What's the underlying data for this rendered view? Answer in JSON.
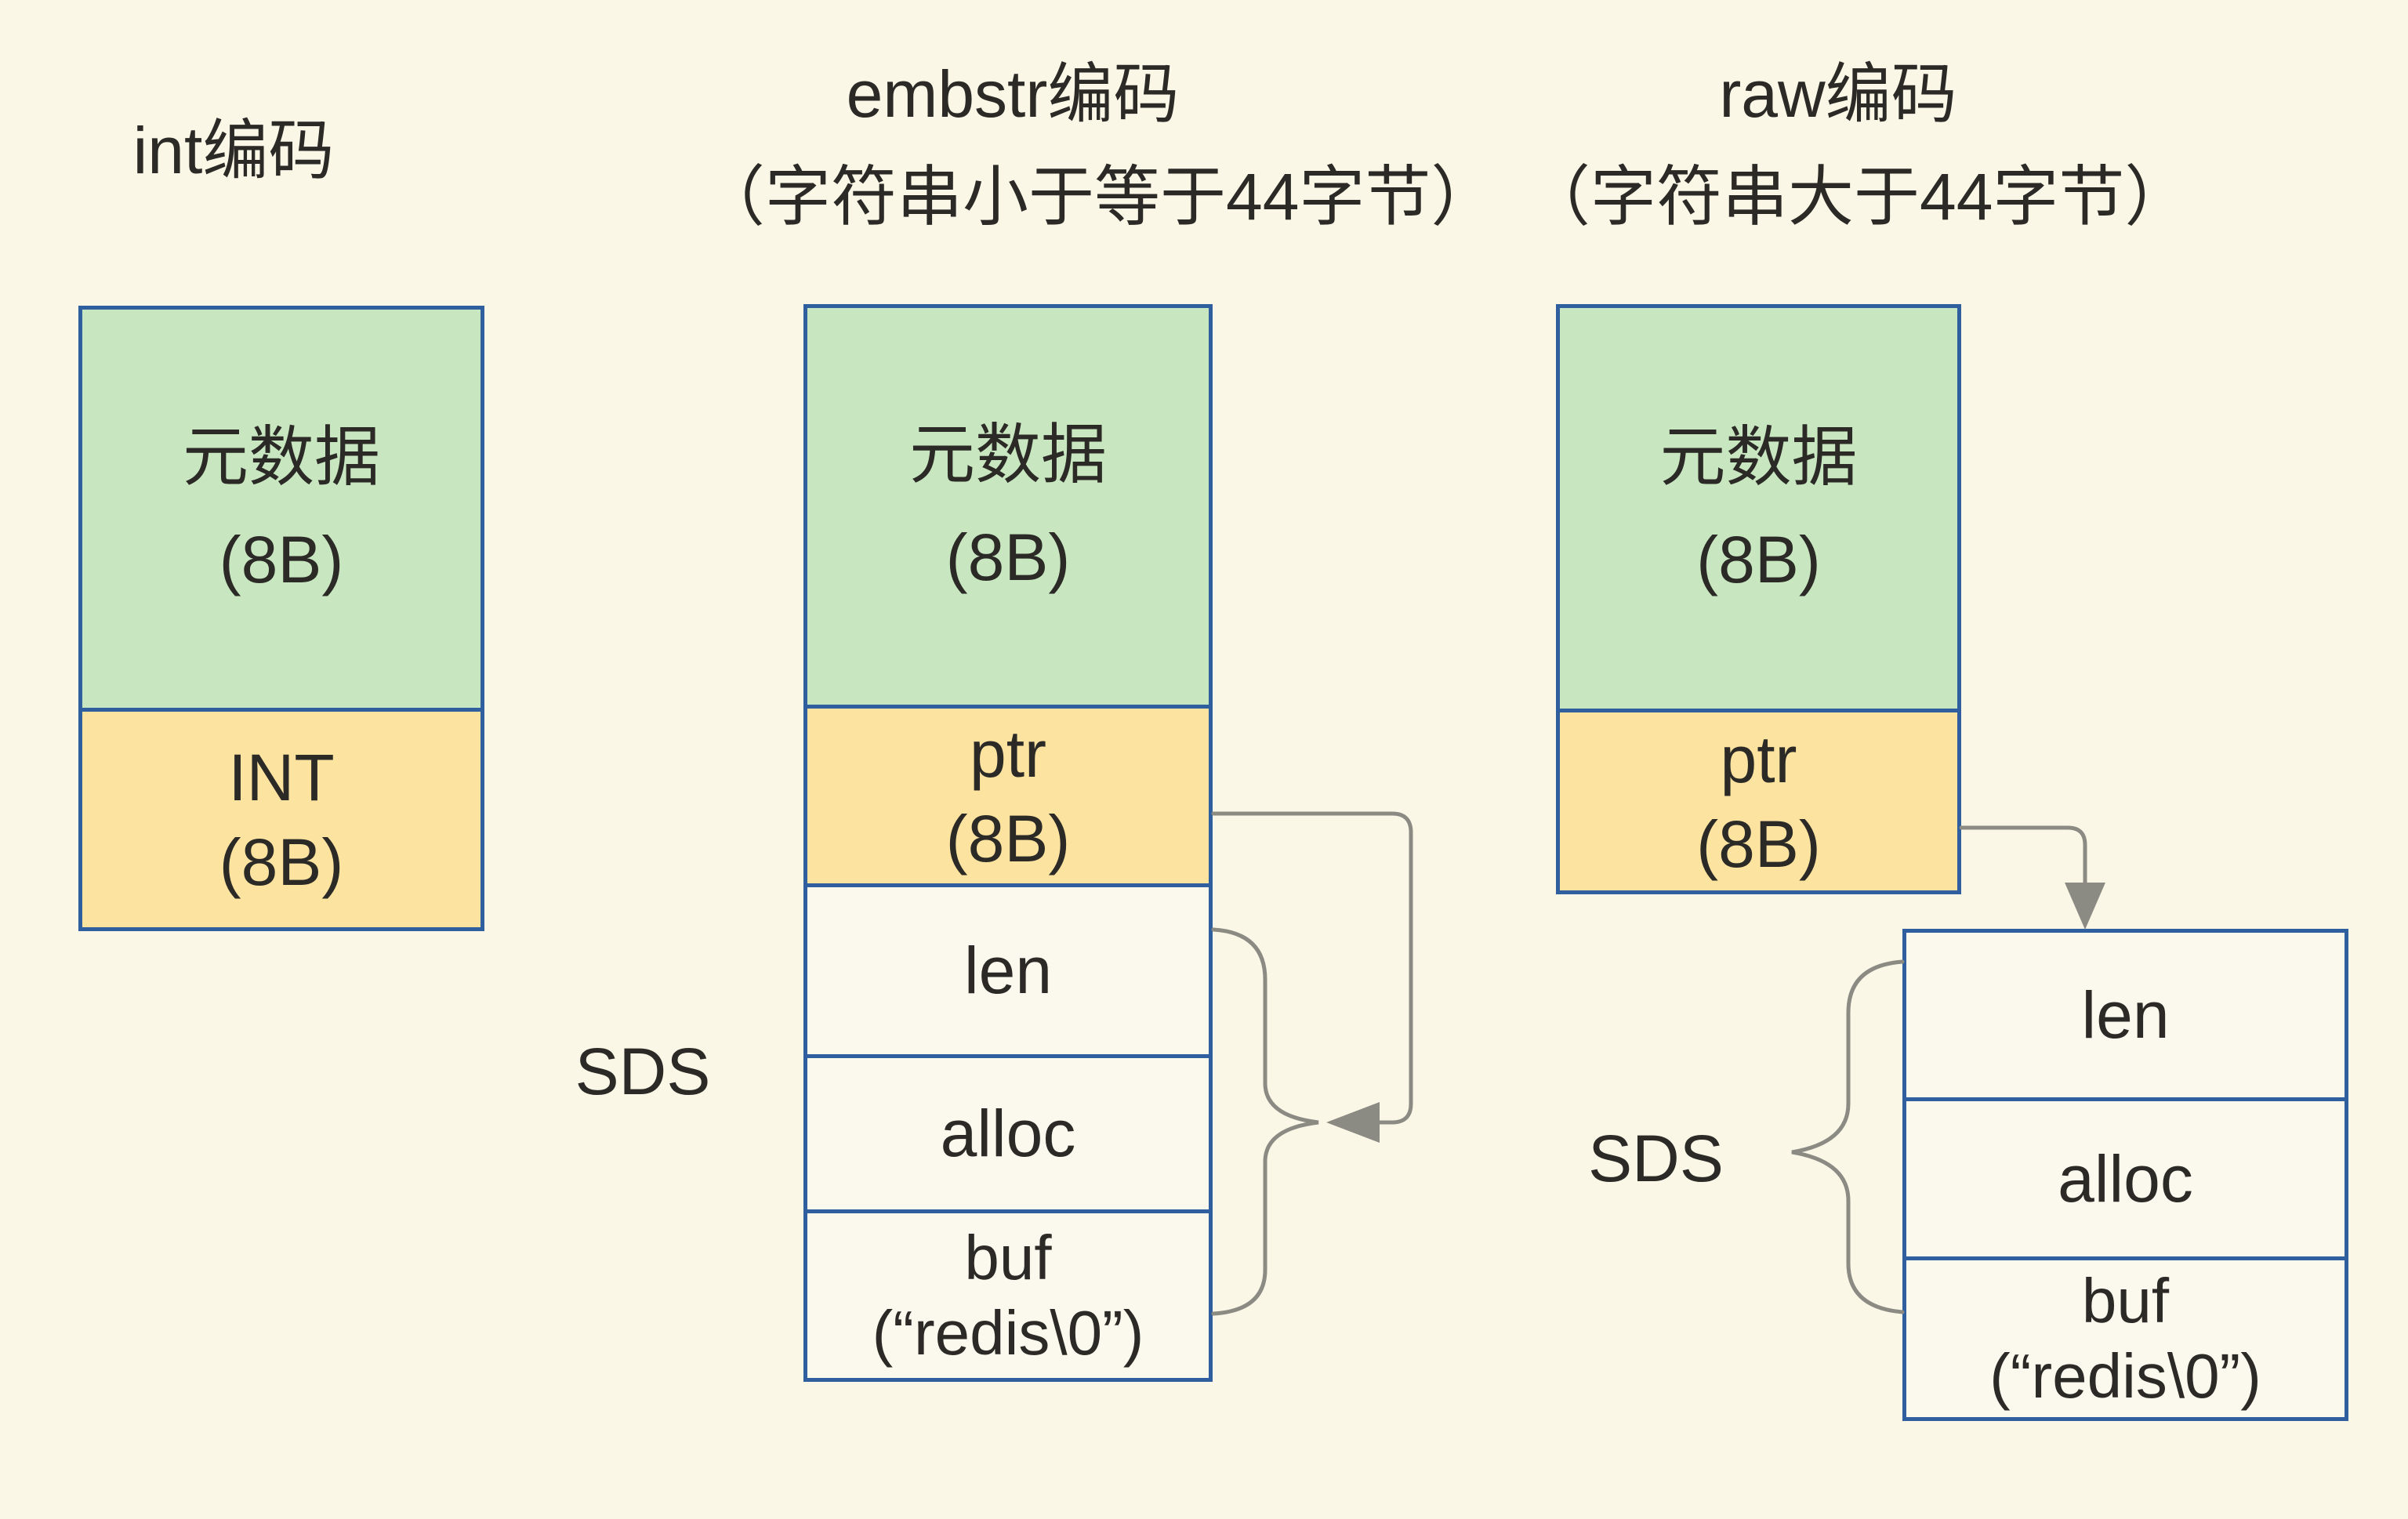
{
  "colors": {
    "background": "#faf7e7",
    "green_fill": "#c8e7c1",
    "yellow_fill": "#fce3a0",
    "cell_fill": "#fbf9ee",
    "border_blue": "#2f5f9e",
    "connector_gray": "#8b8b84",
    "text": "#2b2a26"
  },
  "headers": {
    "int": {
      "title": "int编码"
    },
    "embstr": {
      "title": "embstr编码",
      "subtitle": "（字符串小于等于44字节）"
    },
    "raw": {
      "title": "raw编码",
      "subtitle": "（字符串大于44字节）"
    }
  },
  "columns": {
    "int": {
      "meta1": "元数据",
      "meta2": "(8B)",
      "int1": "INT",
      "int2": "(8B)"
    },
    "embstr": {
      "meta1": "元数据",
      "meta2": "(8B)",
      "ptr1": "ptr",
      "ptr2": "(8B)",
      "len": "len",
      "alloc": "alloc",
      "buf1": "buf",
      "buf2": "(“redis\\0”)",
      "sds_label": "SDS"
    },
    "raw": {
      "meta1": "元数据",
      "meta2": "(8B)",
      "ptr1": "ptr",
      "ptr2": "(8B)",
      "len": "len",
      "alloc": "alloc",
      "buf1": "buf",
      "buf2": "(“redis\\0”)",
      "sds_label": "SDS"
    }
  }
}
